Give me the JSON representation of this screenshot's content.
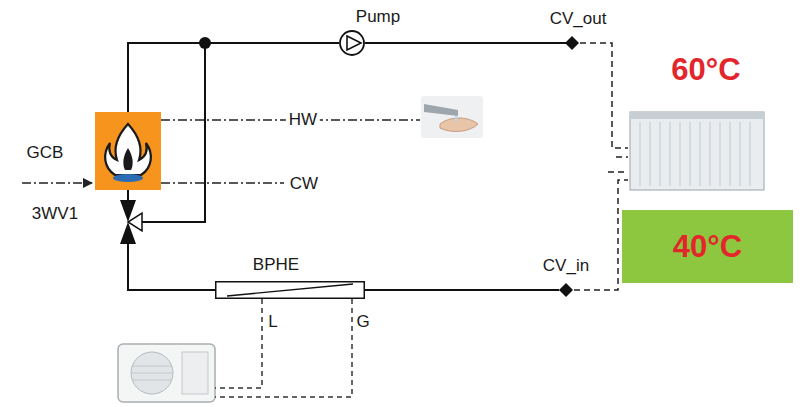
{
  "diagram": {
    "nodes": [
      {
        "text": [
          "GCB"
        ]
      },
      {
        "text": [
          "Pump"
        ]
      },
      {
        "text": [
          "3WV1"
        ]
      },
      {
        "text": [
          "BPHE"
        ]
      },
      {
        "text": [
          "40°C"
        ]
      }
    ],
    "edges": [
      {
        "from": 0,
        "to": 1,
        "arrow": "none"
      },
      {
        "from": 2,
        "to": 0,
        "arrow": "none"
      },
      {
        "from": 2,
        "to": 1,
        "arrow": "none"
      },
      {
        "from": 3,
        "to": 2,
        "arrow": "none"
      }
    ],
    "labels": [
      "CV_out",
      "60°C",
      "HW",
      "CW",
      "CV_in",
      "L",
      "G"
    ]
  }
}
